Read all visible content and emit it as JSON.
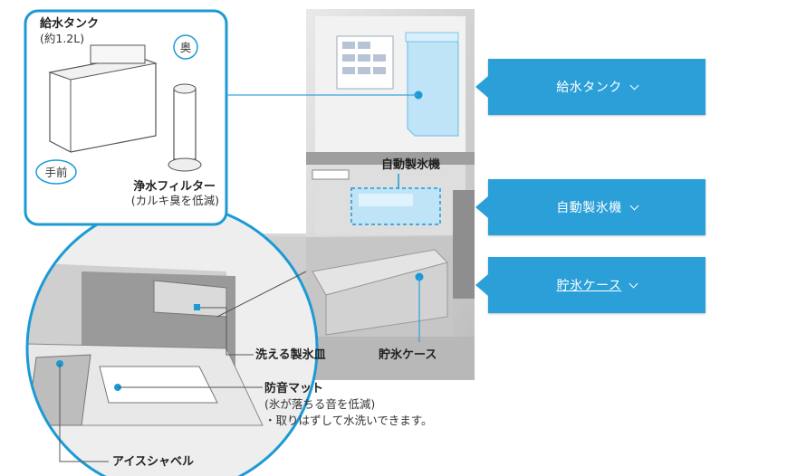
{
  "inset_top": {
    "tank_label": "給水タンク",
    "tank_capacity": "(約1.2L)",
    "back_badge": "奥",
    "front_badge": "手前",
    "filter_label": "浄水フィルター",
    "filter_note": "(カルキ臭を低減)"
  },
  "main_labels": {
    "ice_maker": "自動製氷機",
    "washable_tray": "洗える製氷皿",
    "storage_case": "貯氷ケース",
    "mat_label": "防音マット",
    "mat_note": "(氷が落ちる音を低減)",
    "mat_note2": "・取りはずして水洗いできます。",
    "shovel": "アイスシャベル"
  },
  "callouts": [
    {
      "label": "給水タンク",
      "underlined": false
    },
    {
      "label": "自動製氷機",
      "underlined": false
    },
    {
      "label": "貯氷ケース",
      "underlined": true
    }
  ],
  "colors": {
    "accent": "#2a9fd8",
    "frame": "#1b9ad6",
    "leader": "#3aa3dc",
    "ice_blue": "#bfe3f7"
  }
}
